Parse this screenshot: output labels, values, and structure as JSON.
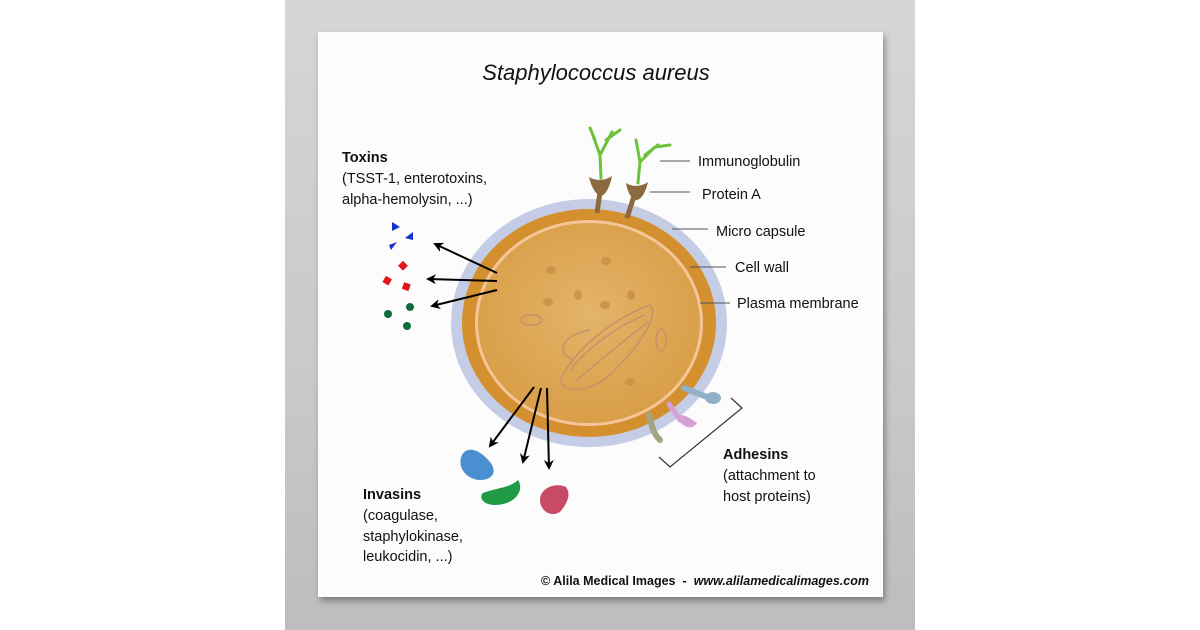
{
  "title": "Staphylococcus aureus",
  "labels": {
    "immunoglobulin": "Immunoglobulin",
    "protein_a": "Protein A",
    "micro_capsule": "Micro capsule",
    "cell_wall": "Cell wall",
    "plasma_membrane": "Plasma membrane"
  },
  "toxins": {
    "heading": "Toxins",
    "lines": [
      "(TSST-1, enterotoxins,",
      "alpha-hemolysin, ...)"
    ]
  },
  "invasins": {
    "heading": "Invasins",
    "lines": [
      "(coagulase,",
      "staphylokinase,",
      "leukocidin, ...)"
    ]
  },
  "adhesins": {
    "heading": "Adhesins",
    "lines": [
      "(attachment to",
      "host proteins)"
    ]
  },
  "footer": {
    "copyright": "© Alila Medical Images",
    "separator": "-",
    "url": "www.alilamedicalimages.com"
  },
  "colors": {
    "capsule": "#c5cde6",
    "cell_wall": "#d99a3a",
    "cytoplasm": "#dba656",
    "membrane": "#f7c9a0",
    "toxin_blue": "#1a2fd0",
    "toxin_red": "#e0161b",
    "toxin_green": "#0d6b3c"
  }
}
